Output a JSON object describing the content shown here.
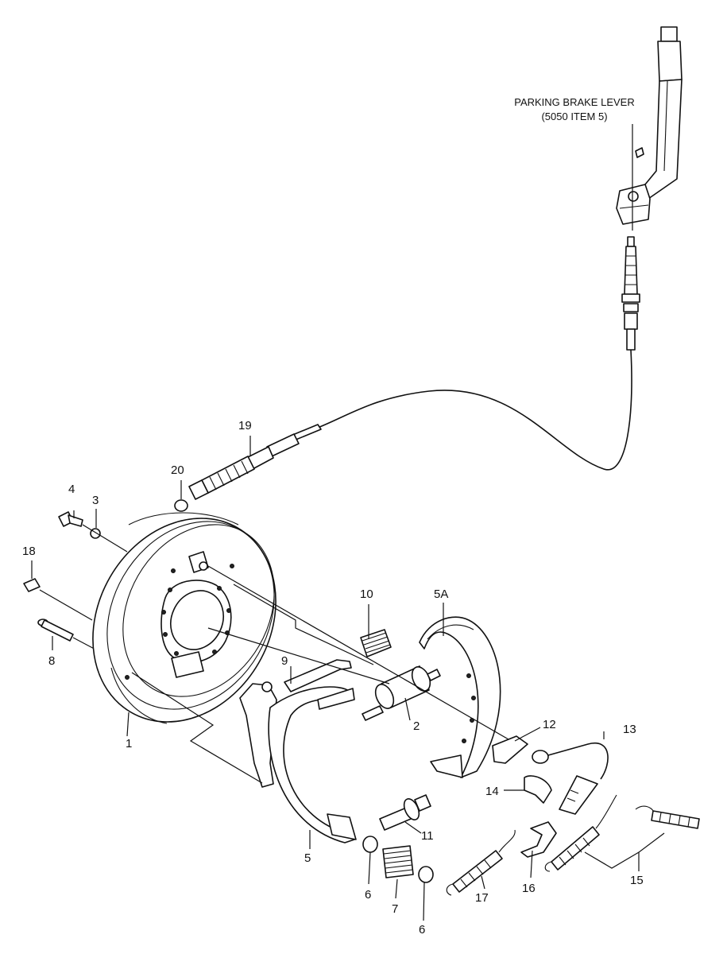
{
  "note": {
    "line1": "PARKING BRAKE LEVER",
    "line2": "(5050 ITEM 5)"
  },
  "callouts": [
    {
      "id": "c1",
      "text": "1"
    },
    {
      "id": "c2",
      "text": "2"
    },
    {
      "id": "c3",
      "text": "3"
    },
    {
      "id": "c4",
      "text": "4"
    },
    {
      "id": "c5",
      "text": "5"
    },
    {
      "id": "c5a",
      "text": "5A"
    },
    {
      "id": "c6a",
      "text": "6"
    },
    {
      "id": "c6b",
      "text": "6"
    },
    {
      "id": "c7",
      "text": "7"
    },
    {
      "id": "c8",
      "text": "8"
    },
    {
      "id": "c9",
      "text": "9"
    },
    {
      "id": "c10",
      "text": "10"
    },
    {
      "id": "c11",
      "text": "11"
    },
    {
      "id": "c12",
      "text": "12"
    },
    {
      "id": "c13",
      "text": "13"
    },
    {
      "id": "c14",
      "text": "14"
    },
    {
      "id": "c15",
      "text": "15"
    },
    {
      "id": "c16",
      "text": "16"
    },
    {
      "id": "c17",
      "text": "17"
    },
    {
      "id": "c18",
      "text": "18"
    },
    {
      "id": "c19",
      "text": "19"
    },
    {
      "id": "c20",
      "text": "20"
    }
  ]
}
